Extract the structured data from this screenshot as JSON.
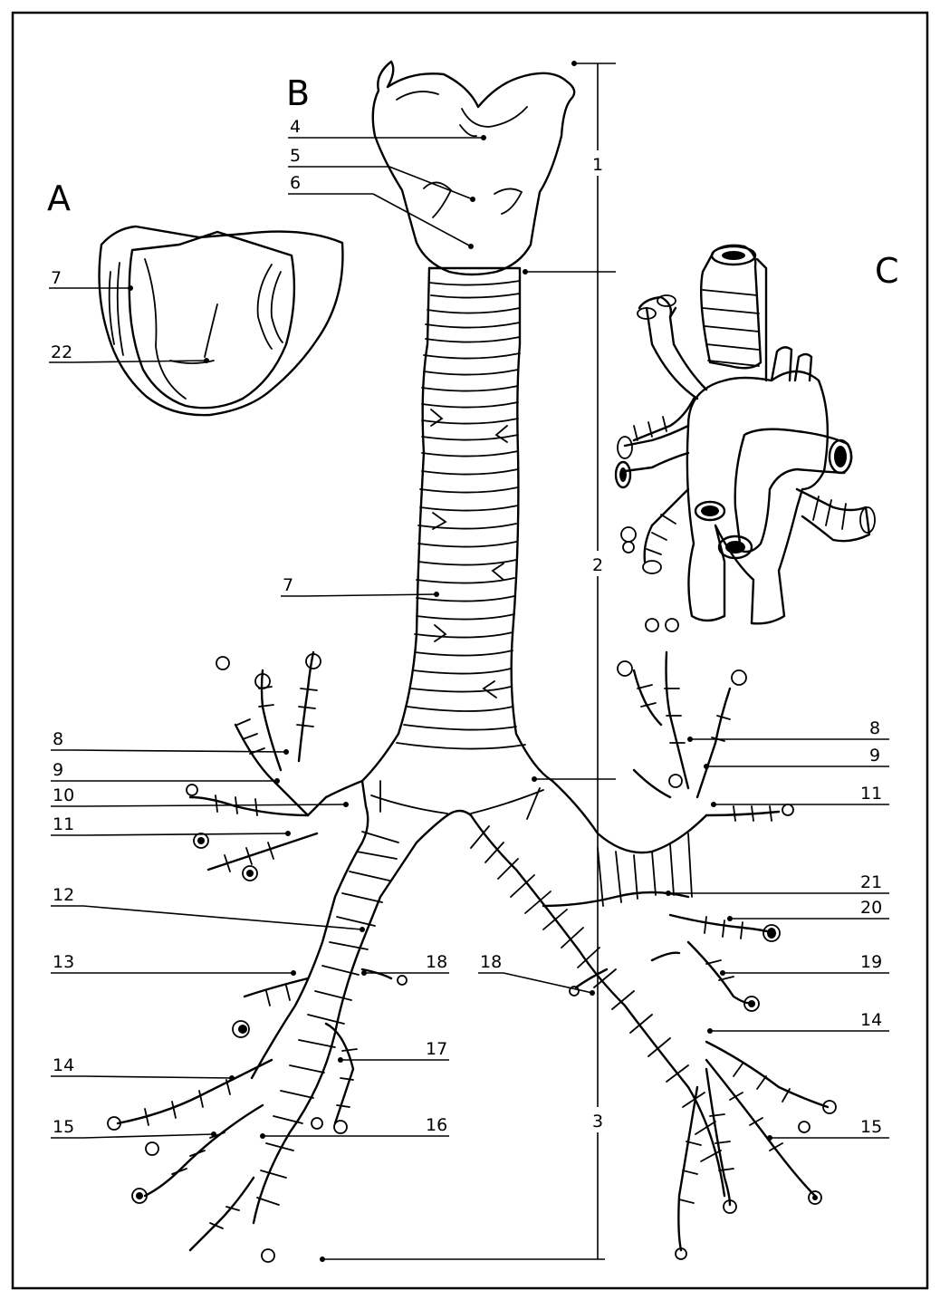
{
  "figure": {
    "panels": [
      "A",
      "B",
      "C"
    ],
    "labels": [
      {
        "id": "a7",
        "text": "7"
      },
      {
        "id": "a22",
        "text": "22"
      },
      {
        "id": "b4",
        "text": "4"
      },
      {
        "id": "b5",
        "text": "5"
      },
      {
        "id": "b6",
        "text": "6"
      },
      {
        "id": "m1",
        "text": "1"
      },
      {
        "id": "m2",
        "text": "2"
      },
      {
        "id": "m3",
        "text": "3"
      },
      {
        "id": "t7",
        "text": "7"
      },
      {
        "id": "l8",
        "text": "8"
      },
      {
        "id": "l9",
        "text": "9"
      },
      {
        "id": "l10",
        "text": "10"
      },
      {
        "id": "l11",
        "text": "11"
      },
      {
        "id": "l12",
        "text": "12"
      },
      {
        "id": "l13",
        "text": "13"
      },
      {
        "id": "l18",
        "text": "18"
      },
      {
        "id": "l14",
        "text": "14"
      },
      {
        "id": "l17",
        "text": "17"
      },
      {
        "id": "l15",
        "text": "15"
      },
      {
        "id": "l16",
        "text": "16"
      },
      {
        "id": "r8",
        "text": "8"
      },
      {
        "id": "r9",
        "text": "9"
      },
      {
        "id": "r11",
        "text": "11"
      },
      {
        "id": "r21",
        "text": "21"
      },
      {
        "id": "r20",
        "text": "20"
      },
      {
        "id": "r19",
        "text": "19"
      },
      {
        "id": "r18",
        "text": "18"
      },
      {
        "id": "r14",
        "text": "14"
      },
      {
        "id": "r15",
        "text": "15"
      }
    ]
  }
}
